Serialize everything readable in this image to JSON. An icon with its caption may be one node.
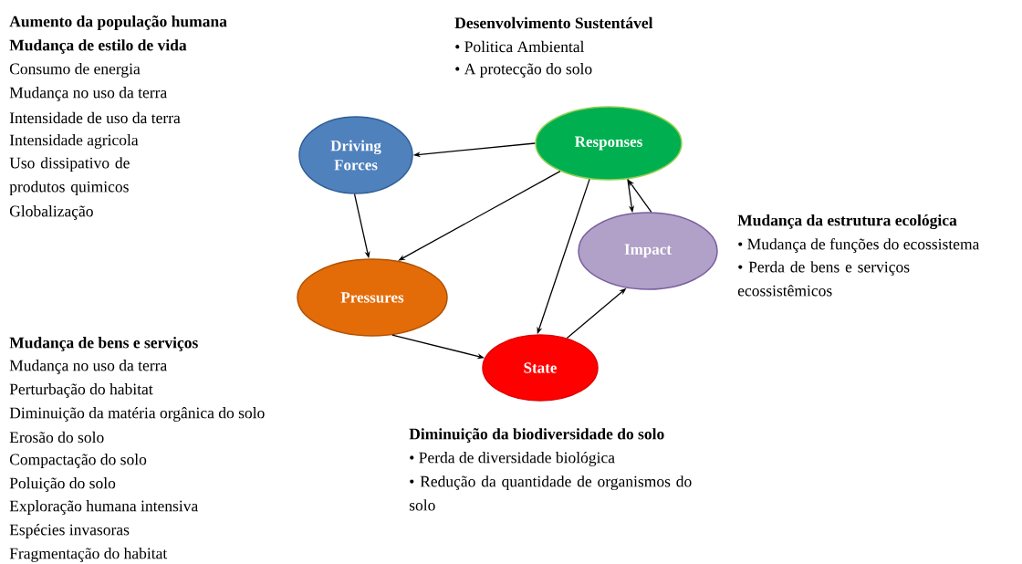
{
  "diagram": {
    "nodes": [
      {
        "text": [
          "Driving Forces"
        ]
      },
      {
        "text": [
          "Responses"
        ]
      },
      {
        "text": [
          "Impact"
        ]
      },
      {
        "text": [
          "Pressures"
        ]
      },
      {
        "text": [
          "State"
        ]
      }
    ],
    "edges": [
      {
        "from": 1,
        "to": 0,
        "arrow": "to"
      },
      {
        "from": 0,
        "to": 3,
        "arrow": "to"
      },
      {
        "from": 1,
        "to": 3,
        "arrow": "to"
      },
      {
        "from": 1,
        "to": 4,
        "arrow": "to"
      },
      {
        "from": 1,
        "to": 2,
        "arrow": "to"
      },
      {
        "from": 2,
        "to": 1,
        "arrow": "to"
      },
      {
        "from": 3,
        "to": 4,
        "arrow": "to"
      },
      {
        "from": 4,
        "to": 2,
        "arrow": "to"
      }
    ],
    "labels": [
      "Aumento da população humana",
      "Mudança de estilo de vida",
      "Consumo de energia",
      "Mudança no uso da terra",
      "Intensidade de uso da terra",
      "Intensidade agricola",
      "Uso dissipativo de produtos quimicos",
      "Globalização",
      "Desenvolvimento Sustentável",
      "• Politica Ambiental",
      "• A protecção do solo",
      "Mudança da estrutura ecológica",
      "• Mudança de funções do ecossistema",
      "• Perda de bens e serviços ecossistêmicos",
      "Mudança de bens e serviços",
      "Mudança no uso da terra",
      "Perturbação do habitat",
      "Diminuição da matéria orgânica do solo",
      "Erosão do solo",
      "Compactação do solo",
      "Poluição do solo",
      "Exploração humana intensiva",
      "Espécies invasoras",
      "Fragmentação do habitat",
      "Diminuição da biodiversidade do solo",
      "• Perda de diversidade biológica",
      "• Redução da quantidade de organismos do solo"
    ]
  }
}
